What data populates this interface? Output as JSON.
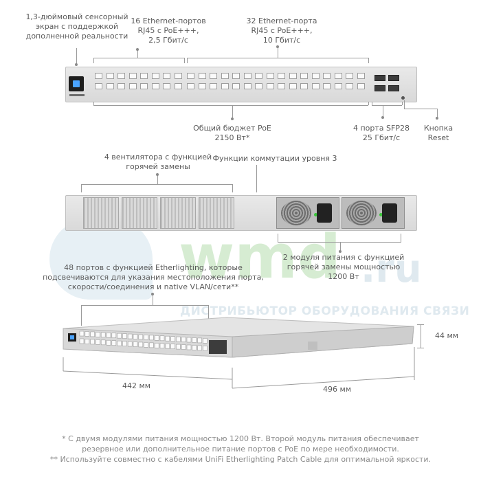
{
  "front_view": {
    "callouts": {
      "touchscreen": [
        "1,3-дюймовый сенсорный",
        "экран с поддержкой",
        "дополненной реальности"
      ],
      "ports_2_5g": [
        "16 Ethernet-портов",
        "RJ45 с PoE+++,",
        "2,5 Гбит/с"
      ],
      "ports_10g": [
        "32 Ethernet-порта",
        "RJ45 с PoE+++,",
        "10 Гбит/с"
      ],
      "poe_budget": [
        "Общий бюджет PoE",
        "2150 Вт*"
      ],
      "sfp28": [
        "4 порта SFP28",
        "25 Гбит/с"
      ],
      "reset": [
        "Кнопка",
        "Reset"
      ]
    }
  },
  "rear_view": {
    "callouts": {
      "fans": [
        "4 вентилятора с функцией",
        "горячей замены"
      ],
      "layer3": [
        "Функции коммутации уровня 3"
      ],
      "psu": [
        "2 модуля питания с функцией",
        "горячей замены мощностью",
        "1200 Вт"
      ]
    }
  },
  "angled_view": {
    "callouts": {
      "etherlighting": [
        "48 портов с функцией Etherlighting, которые",
        "подсвечиваются для указания местоположения порта,",
        "скорости/соединения и  native VLAN/сети**"
      ]
    },
    "dimensions": {
      "height": "44 мм",
      "width": "442 мм",
      "depth": "496 мм"
    }
  },
  "watermark": {
    "brand": "wmd",
    "tld": ".ru",
    "tagline": "ДИСТРИБЬЮТОР ОБОРУДОВАНИЯ СВЯЗИ"
  },
  "footnotes": [
    "* С двумя модулями питания мощностью 1200 Вт. Второй модуль питания обеспечивает",
    "резервное или дополнительное питание портов с PoE по мере необходимости.",
    "** Используйте совместно с кабелями UniFi Etherlighting Patch Cable для оптимальной яркости."
  ],
  "colors": {
    "chassis": "#dedede",
    "screen_accent": "#4aa3ff",
    "led_green": "#39c739",
    "watermark_green": "#d6ecd2"
  }
}
